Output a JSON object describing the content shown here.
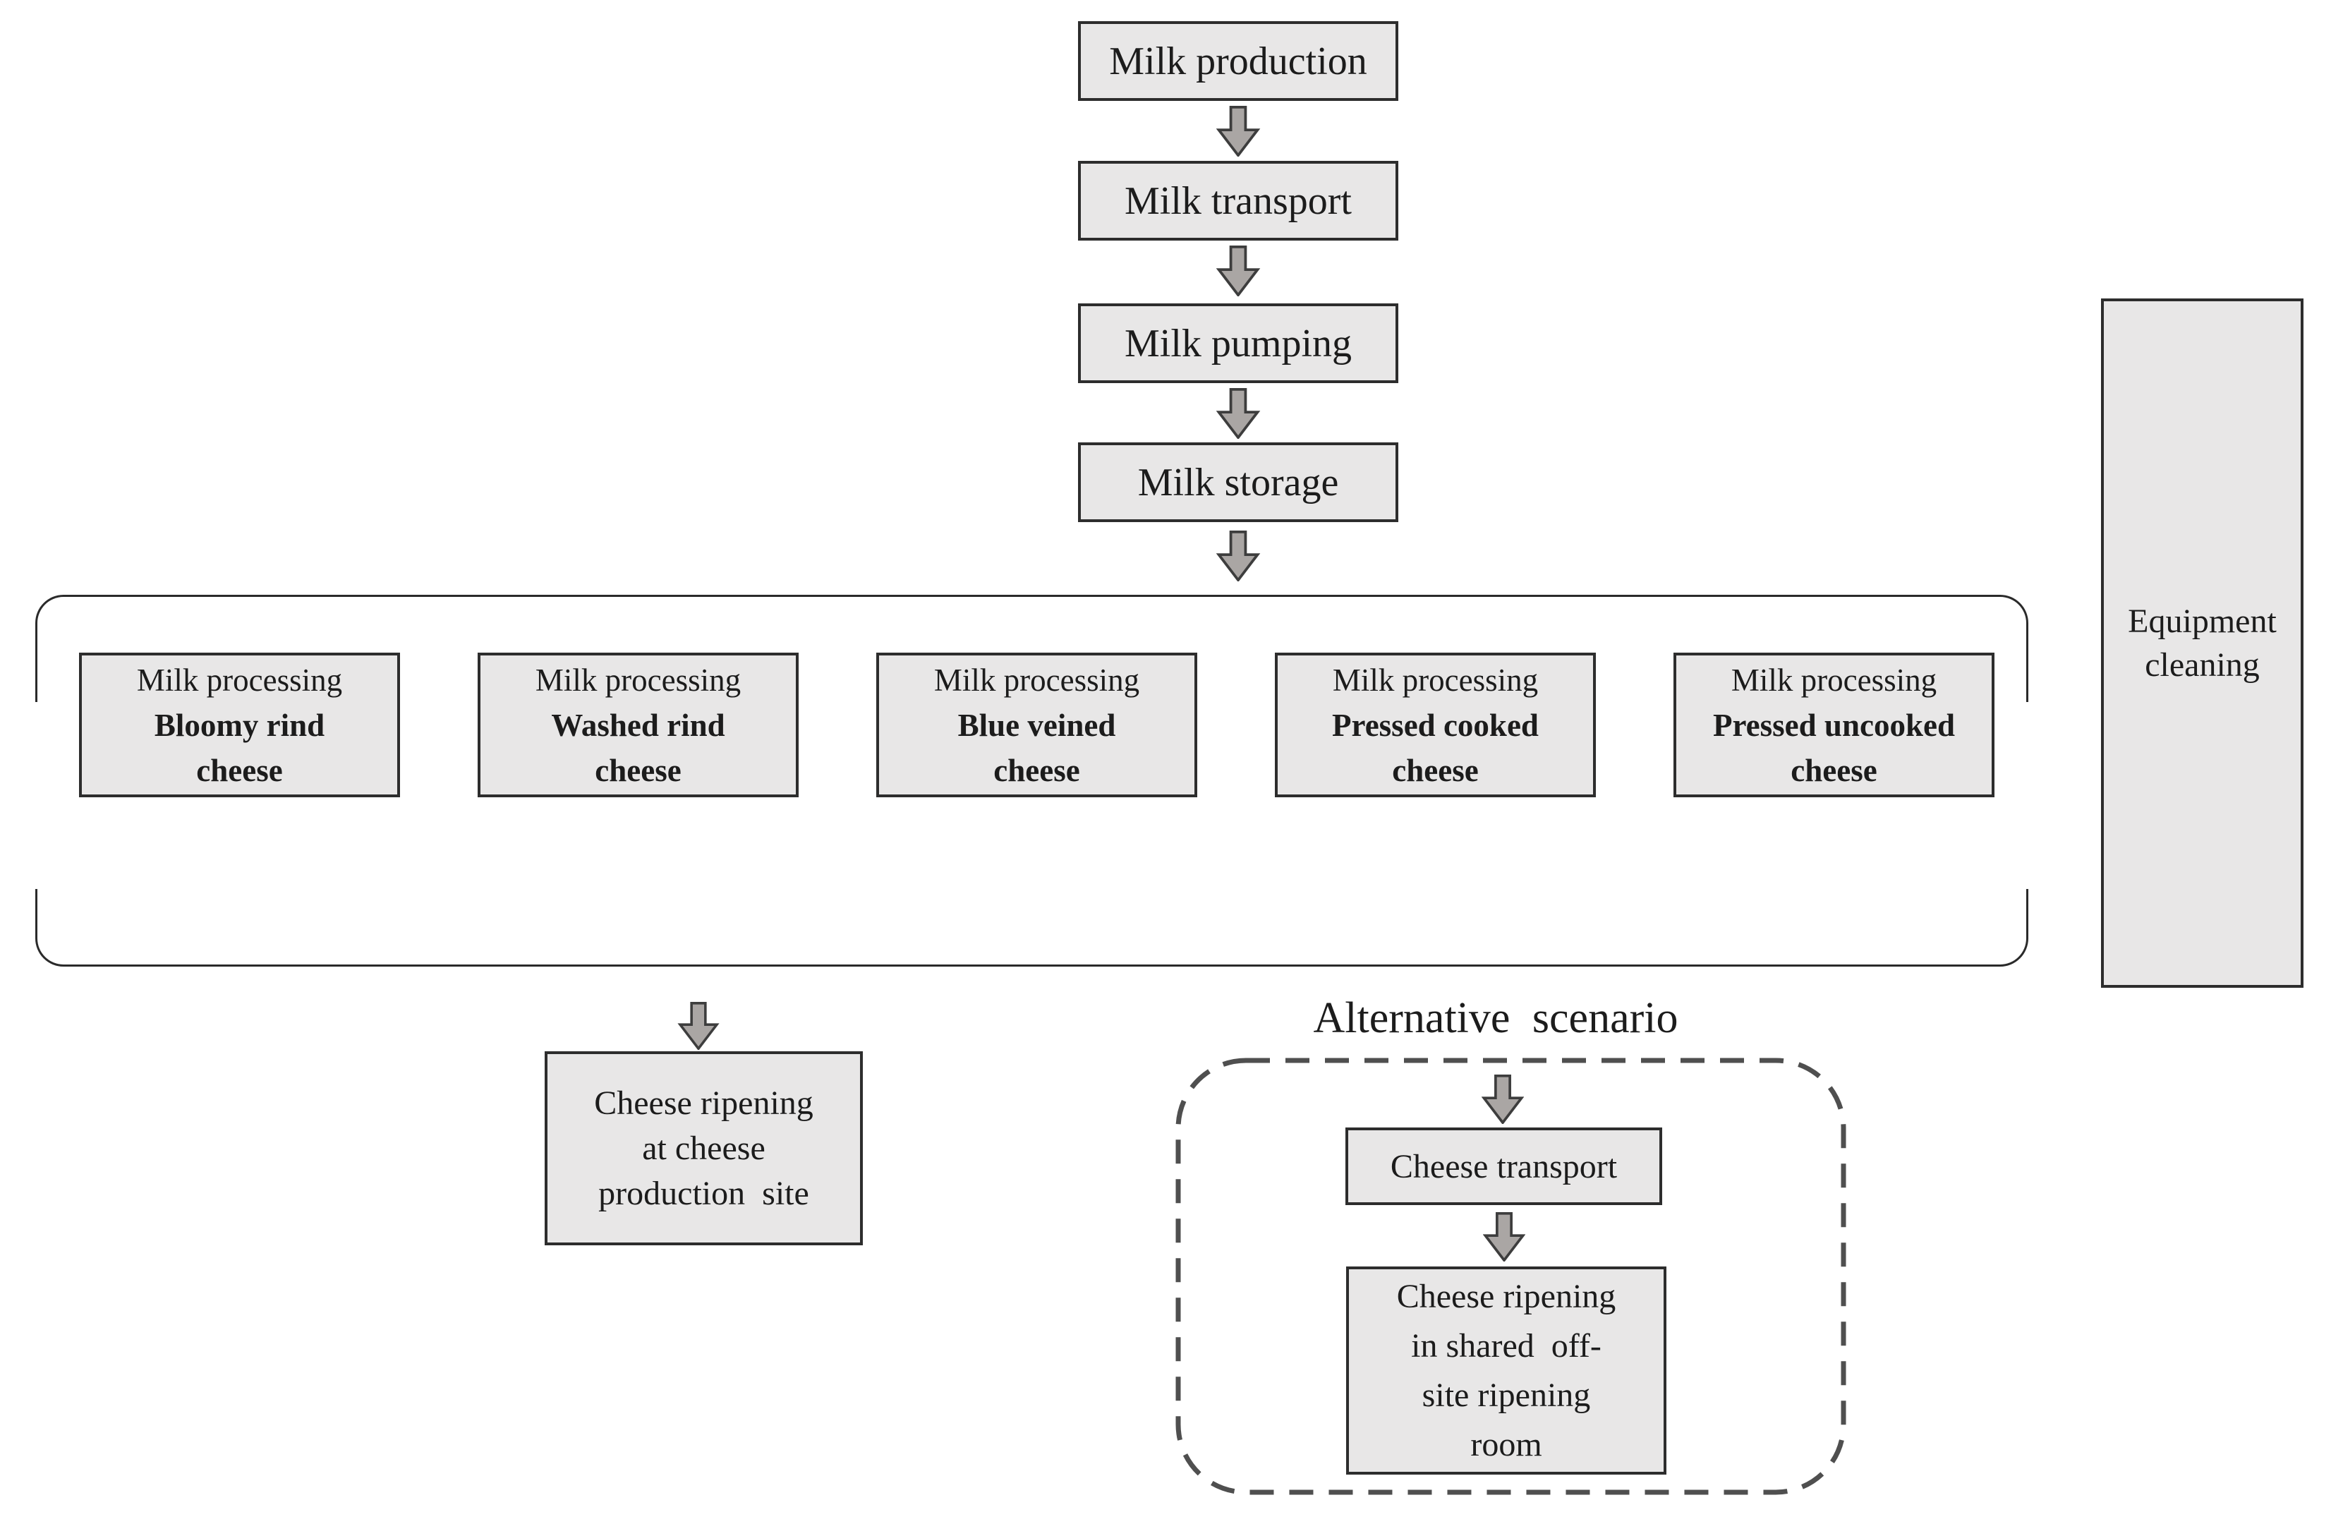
{
  "chain": {
    "production": "Milk production",
    "transport": "Milk transport",
    "pumping": "Milk pumping",
    "storage": "Milk storage"
  },
  "processing": {
    "boxes": [
      {
        "intro": "Milk processing",
        "type": "Bloomy rind\ncheese"
      },
      {
        "intro": "Milk processing",
        "type": "Washed rind\ncheese"
      },
      {
        "intro": "Milk processing",
        "type": "Blue veined\ncheese"
      },
      {
        "intro": "Milk processing",
        "type": "Pressed cooked\ncheese"
      },
      {
        "intro": "Milk processing",
        "type": "Pressed uncooked\ncheese"
      }
    ]
  },
  "equipment": {
    "label": "Equipment\ncleaning"
  },
  "ripening_site": {
    "label": "Cheese ripening\nat cheese\nproduction  site"
  },
  "alternative": {
    "title": "Alternative scenario",
    "transport": "Cheese transport",
    "ripening_offsite": "Cheese ripening\nin shared  off-\nsite ripening\nroom"
  },
  "colors": {
    "box_fill": "#e8e7e7",
    "box_border": "#2d2d2d",
    "arrow_fill": "#aaa6a4",
    "arrow_outline": "#3d3d3d",
    "bracket_line": "#2a2a2a",
    "dashed_frame": "#4f4f4f",
    "text": "#1c1c1c",
    "background": "#ffffff"
  }
}
